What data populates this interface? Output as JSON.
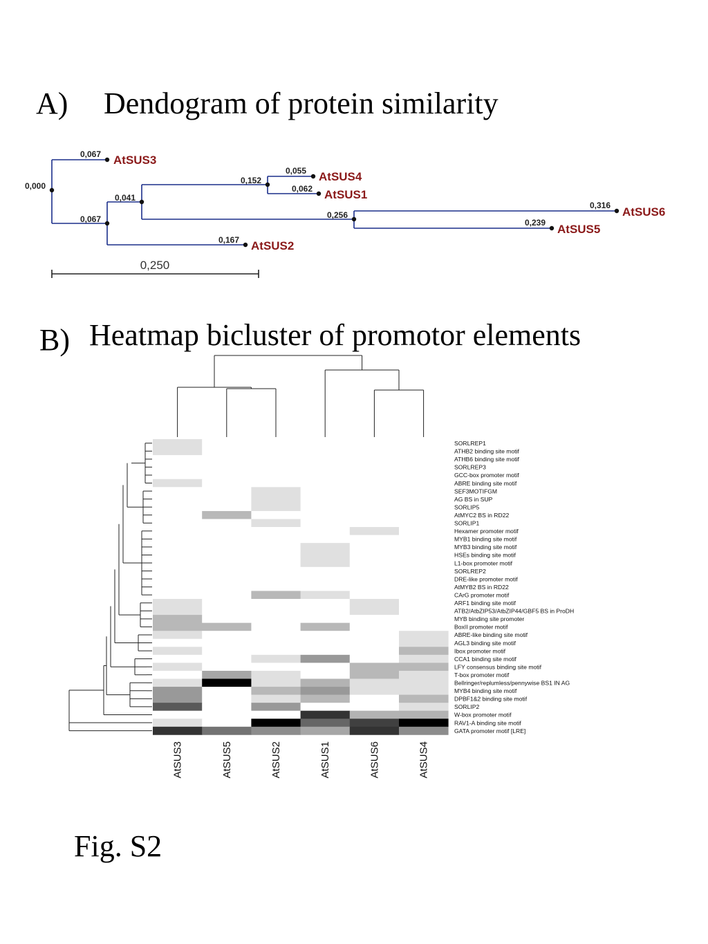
{
  "panel_a": {
    "letter": "A)",
    "title": "Dendogram of protein similarity",
    "scale_label": "0,250",
    "leaves": [
      {
        "name": "AtSUS3",
        "value": "0,067"
      },
      {
        "name": "AtSUS4",
        "value": "0,055"
      },
      {
        "name": "AtSUS1",
        "value": "0,062"
      },
      {
        "name": "AtSUS6",
        "value": "0,316"
      },
      {
        "name": "AtSUS5",
        "value": "0,239"
      },
      {
        "name": "AtSUS2",
        "value": "0,167"
      }
    ],
    "internal_nodes": [
      {
        "id": "root",
        "value": "0,000"
      },
      {
        "id": "n1",
        "value": "0,067"
      },
      {
        "id": "n2",
        "value": "0,041"
      },
      {
        "id": "n3",
        "value": "0,152"
      },
      {
        "id": "n4",
        "value": "0,256"
      }
    ],
    "branch_color": "#1a2e8a",
    "label_color": "#8b1a1a"
  },
  "panel_b": {
    "letter": "B)",
    "title": "Heatmap bicluster of promotor elements",
    "columns": [
      "AtSUS3",
      "AtSUS5",
      "AtSUS2",
      "AtSUS1",
      "AtSUS6",
      "AtSUS4"
    ],
    "rows": [
      "SORLREP1",
      "ATHB2 binding site motif",
      "ATHB6 binding site motif",
      "SORLREP3",
      "GCC-box promoter motif",
      "ABRE binding site motif",
      "SEF3MOTIFGM",
      "AG BS in SUP",
      "SORLIP5",
      "AtMYC2 BS in RD22",
      "SORLIP1",
      "Hexamer promoter motif",
      "MYB1 binding site motif",
      "MYB3 binding site motif",
      "HSEs binding site motif",
      "L1-box promoter motif",
      "SORLREP2",
      "DRE-like promoter motif",
      "AtMYB2 BS in RD22",
      "CArG promoter motif",
      "ARF1 binding site motif",
      "ATB2/AtbZIP53/AtbZIP44/GBF5 BS in ProDH",
      "MYB binding site promoter",
      "BoxII promoter motif",
      "ABRE-like binding site motif",
      "AGL3 binding site motif",
      "Ibox promoter motif",
      "CCA1 binding site motif",
      "LFY consensus binding site motif",
      "T-box promoter motif",
      "Bellringer/replumless/pennywise BS1 IN AG",
      "MYB4 binding site motif",
      "DPBF1&2 binding site motif",
      "SORLIP2",
      "W-box promoter motif",
      "RAV1-A binding site motif",
      "GATA promoter motif [LRE]"
    ],
    "matrix": [
      [
        0.12,
        0,
        0,
        0,
        0,
        0
      ],
      [
        0.12,
        0,
        0,
        0,
        0,
        0
      ],
      [
        0,
        0,
        0,
        0,
        0,
        0
      ],
      [
        0,
        0,
        0,
        0,
        0,
        0
      ],
      [
        0,
        0,
        0,
        0,
        0,
        0
      ],
      [
        0.12,
        0,
        0,
        0,
        0,
        0
      ],
      [
        0,
        0,
        0.12,
        0,
        0,
        0
      ],
      [
        0,
        0,
        0.12,
        0,
        0,
        0
      ],
      [
        0,
        0,
        0.12,
        0,
        0,
        0
      ],
      [
        0,
        0.28,
        0,
        0,
        0,
        0
      ],
      [
        0,
        0,
        0.12,
        0,
        0,
        0
      ],
      [
        0,
        0,
        0,
        0,
        0.12,
        0
      ],
      [
        0,
        0,
        0,
        0,
        0,
        0
      ],
      [
        0,
        0,
        0,
        0.12,
        0,
        0
      ],
      [
        0,
        0,
        0,
        0.12,
        0,
        0
      ],
      [
        0,
        0,
        0,
        0.12,
        0,
        0
      ],
      [
        0,
        0,
        0,
        0,
        0,
        0
      ],
      [
        0,
        0,
        0,
        0,
        0,
        0
      ],
      [
        0,
        0,
        0,
        0,
        0,
        0
      ],
      [
        0,
        0,
        0.28,
        0.12,
        0,
        0
      ],
      [
        0.12,
        0,
        0,
        0,
        0.12,
        0
      ],
      [
        0.12,
        0,
        0,
        0,
        0.12,
        0
      ],
      [
        0.28,
        0,
        0,
        0,
        0,
        0
      ],
      [
        0.28,
        0.28,
        0,
        0.28,
        0,
        0
      ],
      [
        0.12,
        0,
        0,
        0,
        0,
        0.12
      ],
      [
        0,
        0,
        0,
        0,
        0,
        0.12
      ],
      [
        0.12,
        0,
        0,
        0,
        0,
        0.28
      ],
      [
        0,
        0,
        0.12,
        0.4,
        0,
        0.12
      ],
      [
        0.12,
        0,
        0,
        0,
        0.28,
        0.28
      ],
      [
        0,
        0.35,
        0.12,
        0,
        0.28,
        0.12
      ],
      [
        0.12,
        1,
        0.12,
        0.3,
        0.12,
        0.12
      ],
      [
        0.4,
        0,
        0.28,
        0.4,
        0.12,
        0.12
      ],
      [
        0.4,
        0,
        0.12,
        0.28,
        0,
        0.28
      ],
      [
        0.65,
        0,
        0.4,
        0,
        0,
        0.12
      ],
      [
        0,
        0,
        0,
        0.8,
        0.3,
        0.3
      ],
      [
        0.12,
        0,
        1,
        0.6,
        0.75,
        1
      ],
      [
        0.8,
        0.55,
        0.45,
        0.35,
        0.8,
        0.45
      ]
    ]
  },
  "figure_label": "Fig. S2"
}
